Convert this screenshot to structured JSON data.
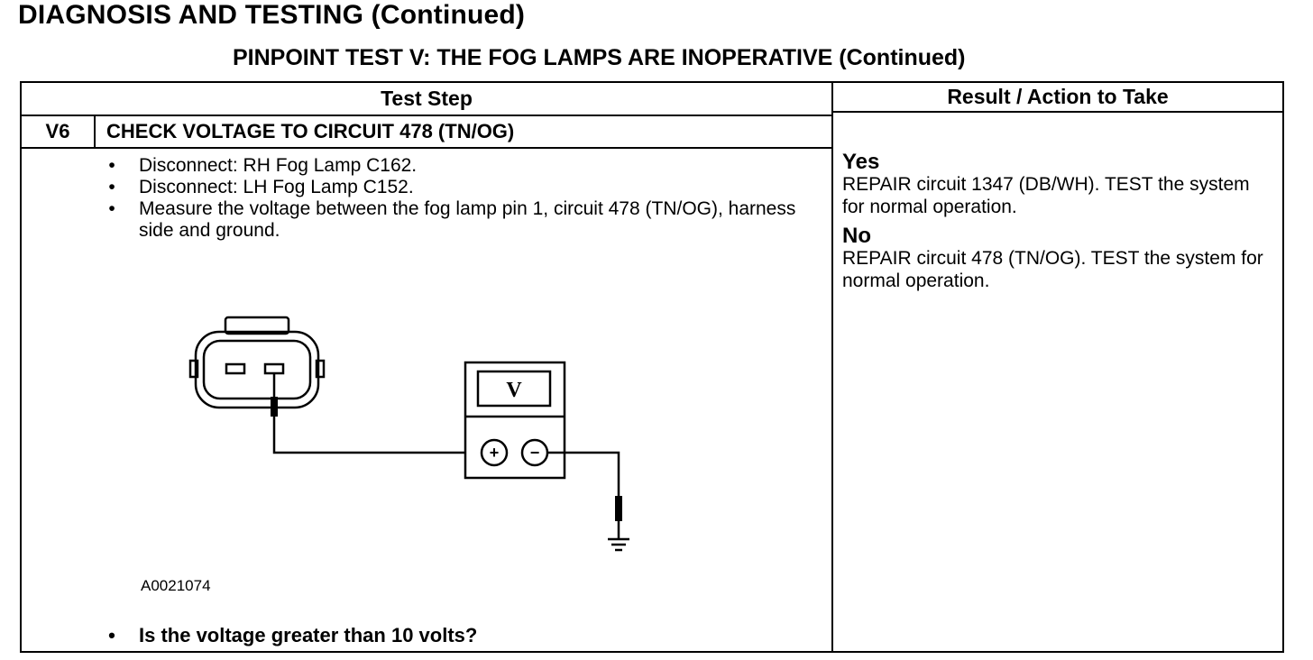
{
  "page": {
    "title": "DIAGNOSIS AND TESTING (Continued)",
    "subtitle": "PINPOINT TEST  V: THE FOG LAMPS ARE INOPERATIVE (Continued)"
  },
  "table": {
    "header_left": "Test Step",
    "header_right": "Result / Action to Take",
    "step_id": "V6",
    "step_title": "CHECK VOLTAGE TO CIRCUIT 478 (TN/OG)",
    "bullet_symbol": "•",
    "steps": [
      "Disconnect: RH Fog Lamp C162.",
      "Disconnect: LH Fog Lamp C152.",
      "Measure the voltage between the fog lamp pin 1, circuit 478 (TN/OG), harness side and ground."
    ],
    "figure_code": "A0021074",
    "question": "Is the voltage greater than 10 volts?",
    "results": [
      {
        "answer": "Yes",
        "action": "REPAIR circuit 1347 (DB/WH). TEST the system for normal operation."
      },
      {
        "answer": "No",
        "action": "REPAIR circuit 478 (TN/OG). TEST the system for normal operation."
      }
    ]
  },
  "diagram": {
    "meter_display": "V",
    "meter_plus": "+",
    "meter_minus": "−"
  }
}
